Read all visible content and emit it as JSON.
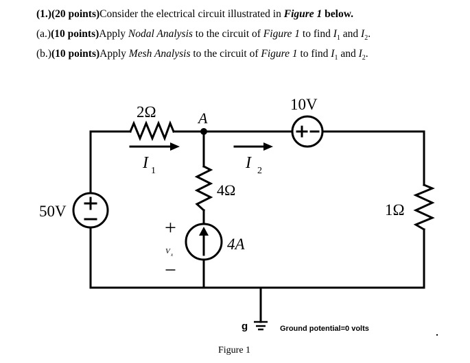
{
  "problem": {
    "line1": {
      "num": "(1.)",
      "points": "(20 points)",
      "text1": "Consider the electrical circuit illustrated in ",
      "fig": "Figure 1",
      "text2": " below."
    },
    "line2": {
      "num": "(a.)",
      "points": "(10 points)",
      "text1": "Apply ",
      "method": "Nodal Analysis",
      "text2": " to the circuit of ",
      "fig": "Figure 1",
      "text3": " to find ",
      "i1": "I",
      "i1sub": "1",
      "and": " and ",
      "i2": "I",
      "i2sub": "2",
      "end": "."
    },
    "line3": {
      "num": "(b.)",
      "points": "(10 points)",
      "text1": "Apply ",
      "method": "Mesh Analysis",
      "text2": " to the circuit of ",
      "fig": "Figure 1",
      "text3": " to find ",
      "i1": "I",
      "i1sub": "1",
      "and": " and ",
      "i2": "I",
      "i2sub": "2",
      "end": "."
    }
  },
  "circuit": {
    "r1": "2Ω",
    "node_a": "A",
    "v_source_top": "10V",
    "i1": "I",
    "i1_sub": "1",
    "i2": "I",
    "i2_sub": "2",
    "r2": "4Ω",
    "v_source_left": "50V",
    "r3": "1Ω",
    "vx_plus": "+",
    "vx": "V",
    "vx_sub": "x",
    "vx_minus": "−",
    "current_source": "4A",
    "ground_label": "g",
    "ground_note": "Ground potential=0 volts",
    "caption": "Figure 1"
  }
}
